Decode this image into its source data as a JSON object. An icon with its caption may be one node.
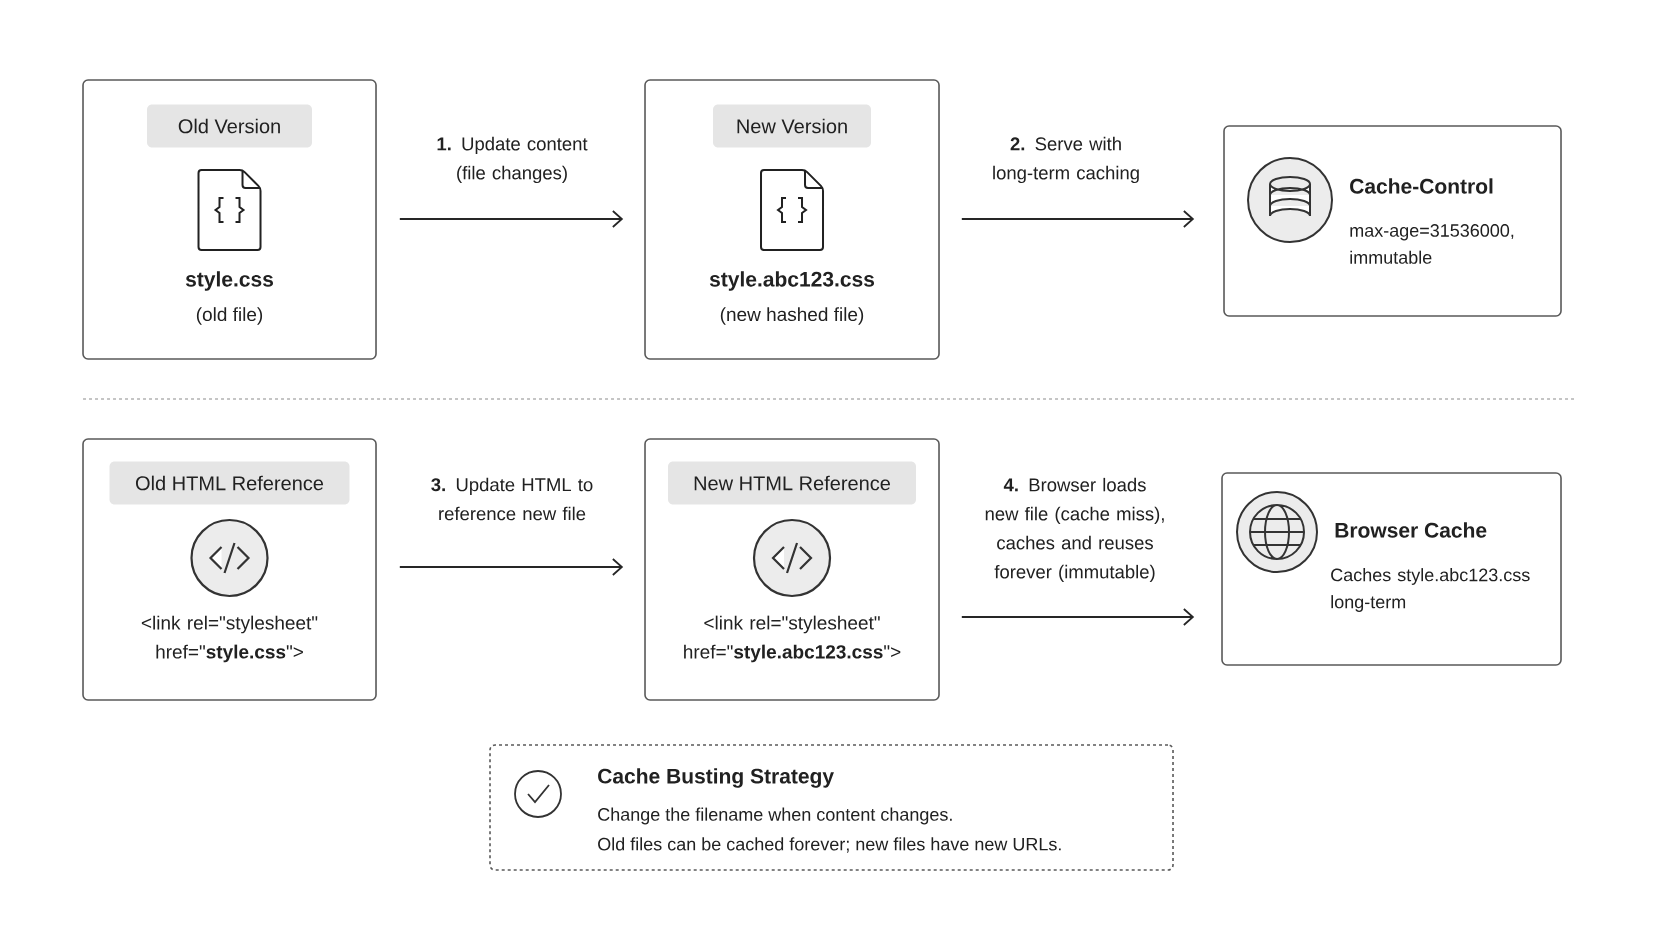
{
  "diagram": {
    "nodes": [
      {
        "text": [
          "Old Version",
          "style.css",
          "(old file)"
        ]
      },
      {
        "text": [
          "New Version",
          "style.abc123.css",
          "(new hashed file)"
        ]
      },
      {
        "text": [
          "Cache-Control",
          "max-age=31536000, immutable"
        ]
      },
      {
        "text": [
          "Old HTML Reference",
          "<link rel=\"stylesheet\" href=\"**style.css**\">"
        ]
      },
      {
        "text": [
          "New HTML Reference",
          "<link rel=\"stylesheet\" href=\"**style.abc123.css**\">"
        ]
      },
      {
        "text": [
          "Browser Cache",
          "Caches style.abc123.css long-term"
        ]
      },
      {
        "text": [
          "Cache Busting Strategy",
          "Change the filename when content changes.",
          "Old files can be cached forever; new files have new URLs."
        ]
      }
    ],
    "edges": [
      {
        "from": 0,
        "to": 1,
        "arrow": "to",
        "label": "**1.** Update content (file changes)"
      },
      {
        "from": 1,
        "to": 2,
        "arrow": "to",
        "label": "**2.** Serve with long-term caching"
      },
      {
        "from": 3,
        "to": 4,
        "arrow": "to",
        "label": "**3.** Update HTML to reference new file"
      },
      {
        "from": 4,
        "to": 5,
        "arrow": "to",
        "label": "**4.** Browser loads new file (cache miss), caches and reuses forever (immutable)"
      }
    ]
  }
}
